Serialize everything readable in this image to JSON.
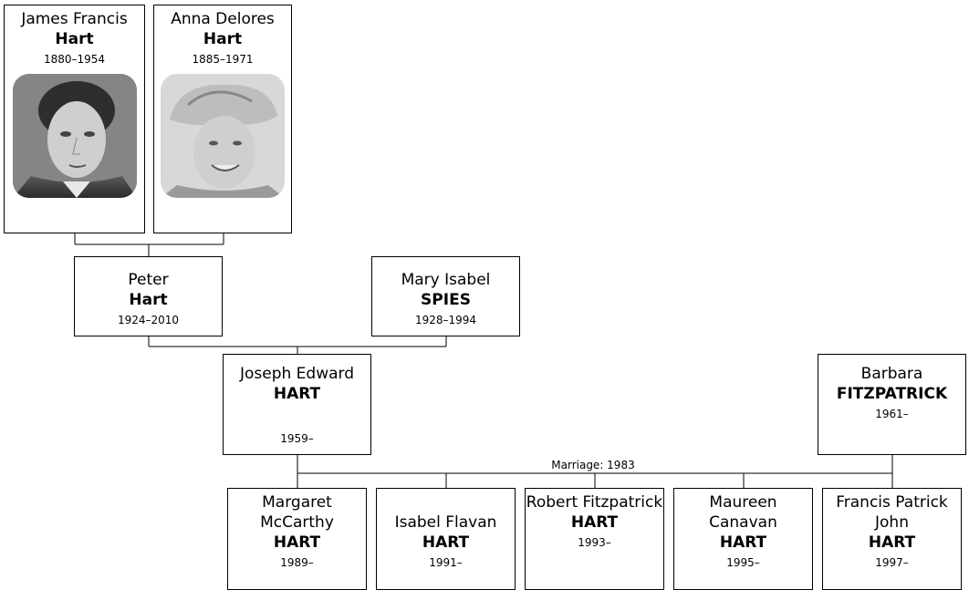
{
  "people": {
    "james": {
      "given": "James Francis",
      "surname": "Hart",
      "years": "1880–1954",
      "photo": "portrait-photo"
    },
    "anna": {
      "given": "Anna Delores",
      "surname": "Hart",
      "years": "1885–1971",
      "photo": "portrait-photo"
    },
    "peter": {
      "given": "Peter",
      "surname": "Hart",
      "years": "1924–2010"
    },
    "mary": {
      "given": "Mary Isabel",
      "surname": "SPIES",
      "years": "1928–1994"
    },
    "joseph": {
      "given": "Joseph Edward",
      "surname": "HART",
      "years": "1959–"
    },
    "barbara": {
      "given": "Barbara",
      "surname": "FITZPATRICK",
      "years": "1961–"
    },
    "margaret": {
      "given": "Margaret McCarthy",
      "surname": "HART",
      "years": "1989–"
    },
    "isabel": {
      "given": "Isabel Flavan",
      "surname": "HART",
      "years": "1991–"
    },
    "robert": {
      "given": "Robert Fitzpatrick",
      "surname": "HART",
      "years": "1993–"
    },
    "maureen": {
      "given": "Maureen Canavan",
      "surname": "HART",
      "years": "1995–"
    },
    "francis": {
      "given": "Francis Patrick John",
      "surname": "HART",
      "years": "1997–"
    }
  },
  "marriage_label": "Marriage: 1983",
  "colors": {
    "line": "#000000",
    "box_border": "#000000",
    "background": "#ffffff"
  }
}
